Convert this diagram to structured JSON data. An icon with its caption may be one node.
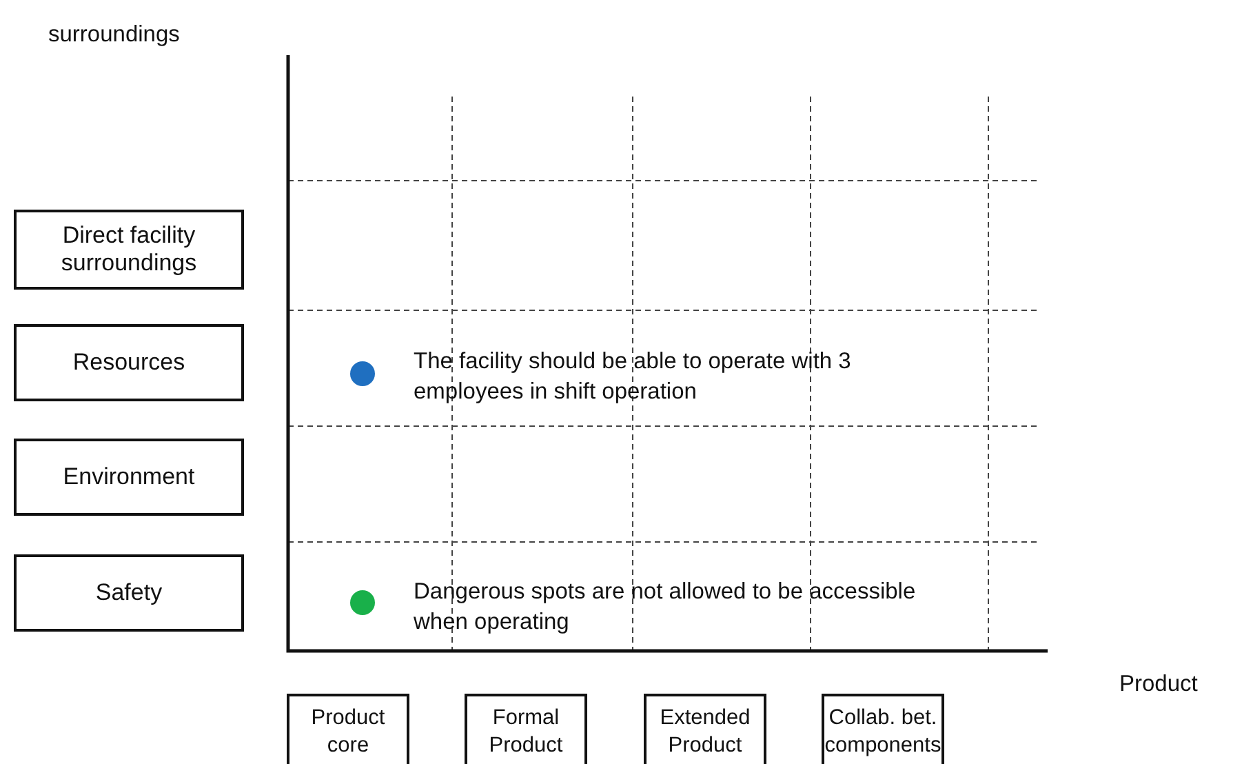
{
  "diagram": {
    "nodes": [
      {
        "text": [
          "Direct facility surroundings"
        ]
      },
      {
        "text": [
          "Resources"
        ]
      },
      {
        "text": [
          "Environment"
        ]
      },
      {
        "text": [
          "Safety"
        ]
      },
      {
        "text": [
          "Product core"
        ]
      },
      {
        "text": [
          "Formal Product"
        ]
      },
      {
        "text": [
          "Extended Product"
        ]
      },
      {
        "text": [
          "Collab. bet. components"
        ]
      }
    ],
    "edges": [],
    "labels": [
      "surroundings",
      "The facility should be able to operate with 3 employees in shift operation",
      "Dangerous spots are not allowed to be accessible when operating",
      "Product"
    ]
  }
}
